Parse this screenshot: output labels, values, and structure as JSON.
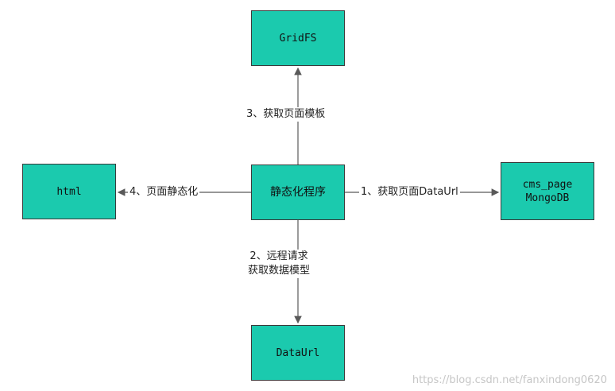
{
  "nodes": {
    "gridfs": "GridFS",
    "center": "静态化程序",
    "html": "html",
    "cms_page_line1": "cms_page",
    "cms_page_line2": "MongoDB",
    "dataurl": "DataUrl"
  },
  "edges": {
    "top": "3、获取页面模板",
    "left": "4、页面静态化",
    "right": "1、获取页面DataUrl",
    "bottom_line1": "2、远程请求",
    "bottom_line2": "获取数据模型"
  },
  "watermark": "https://blog.csdn.net/fanxindong0620",
  "colors": {
    "node_fill": "#1bcaae",
    "line": "#595959"
  }
}
